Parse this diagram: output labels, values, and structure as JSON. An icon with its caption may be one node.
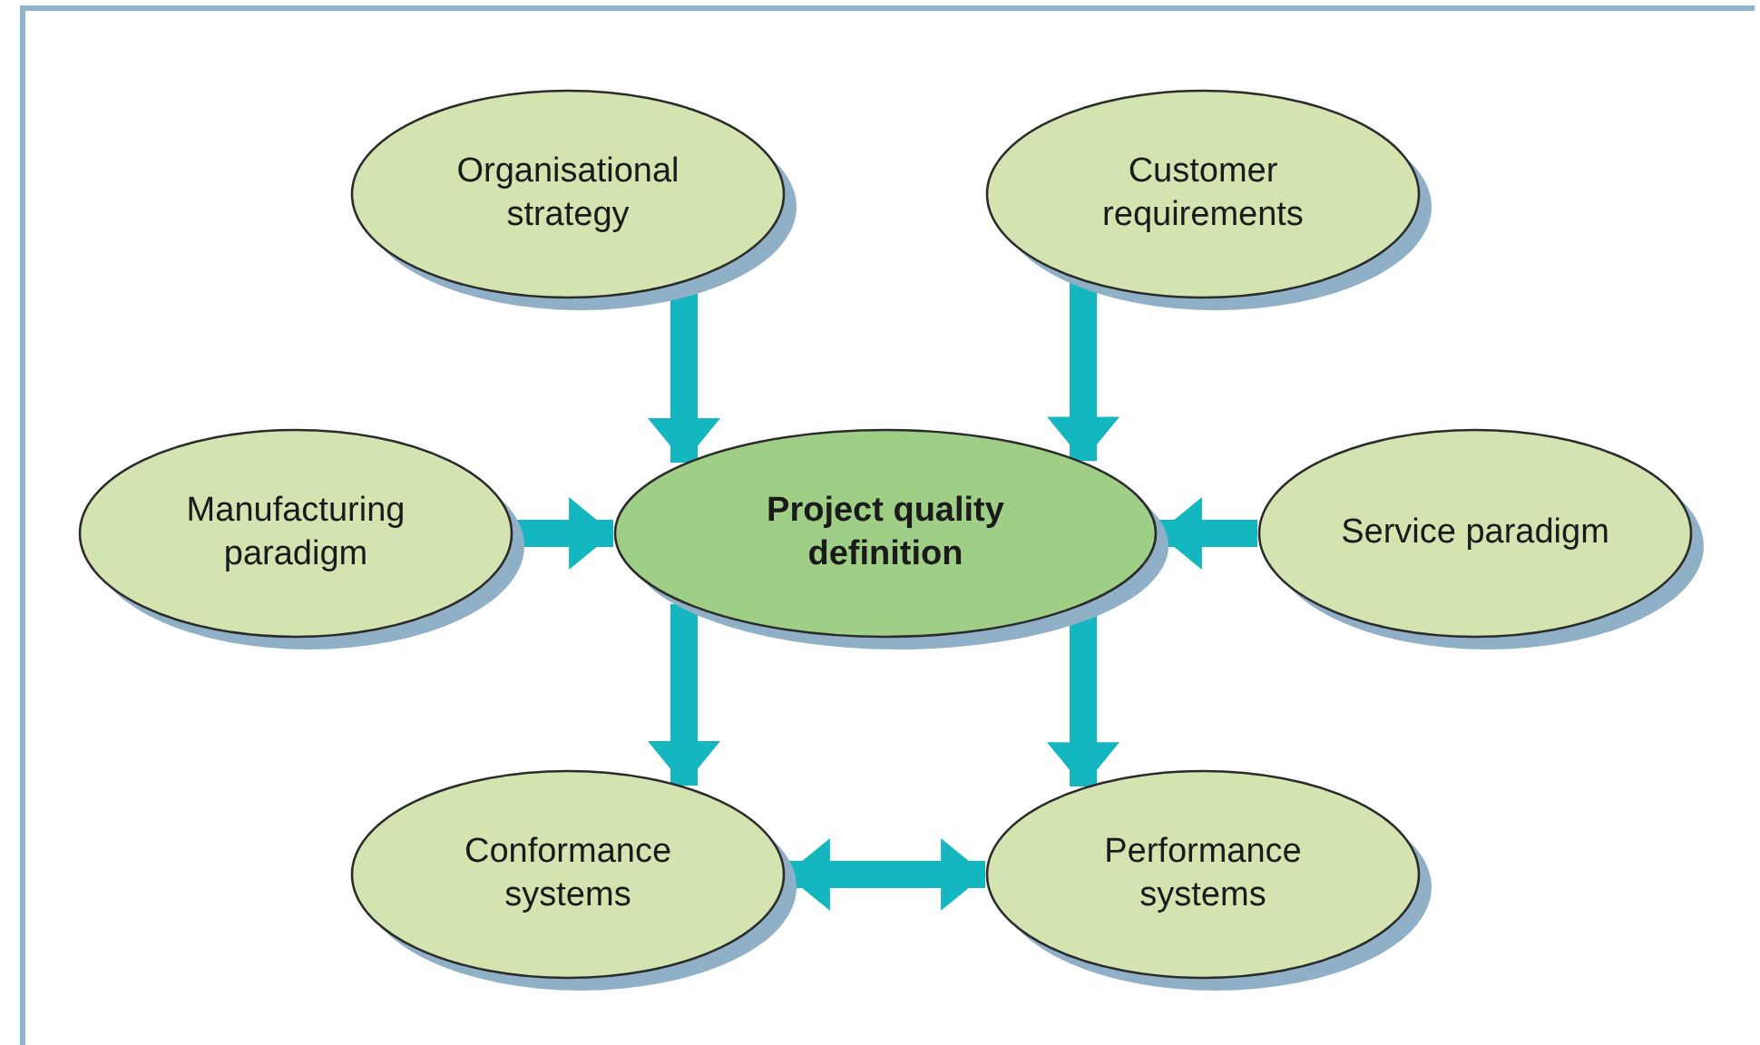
{
  "diagram": {
    "nodes": [
      {
        "text": [
          "Organisational strategy"
        ]
      },
      {
        "text": [
          "Customer requirements"
        ]
      },
      {
        "text": [
          "Manufacturing paradigm"
        ]
      },
      {
        "text": [
          "Project quality definition"
        ]
      },
      {
        "text": [
          "Service paradigm"
        ]
      },
      {
        "text": [
          "Conformance systems"
        ]
      },
      {
        "text": [
          "Performance systems"
        ]
      }
    ],
    "edges": [
      {
        "from": 0,
        "to": 3,
        "arrow": "to"
      },
      {
        "from": 1,
        "to": 3,
        "arrow": "to"
      },
      {
        "from": 2,
        "to": 3,
        "arrow": "to"
      },
      {
        "from": 4,
        "to": 3,
        "arrow": "to"
      },
      {
        "from": 3,
        "to": 5,
        "arrow": "to"
      },
      {
        "from": 3,
        "to": 6,
        "arrow": "to"
      },
      {
        "from": 5,
        "to": 6,
        "arrow": "both"
      }
    ]
  }
}
